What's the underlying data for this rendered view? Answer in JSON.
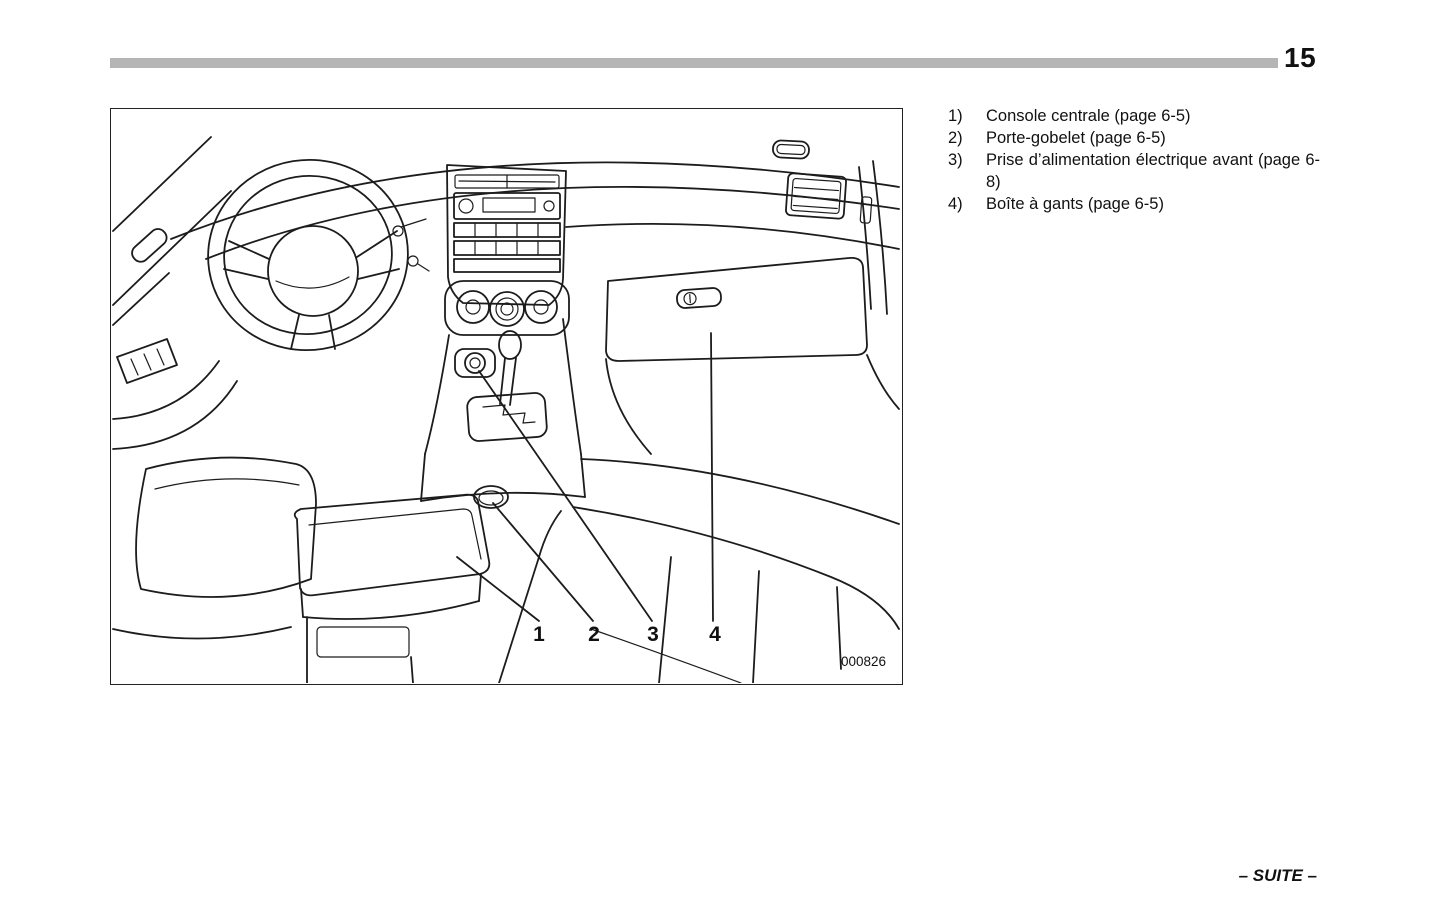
{
  "page": {
    "number": "15",
    "footer": "– SUITE –"
  },
  "figure": {
    "code": "000826",
    "callouts": [
      "1",
      "2",
      "3",
      "4"
    ]
  },
  "legend": {
    "items": [
      {
        "num": "1)",
        "text": "Console centrale (page 6-5)"
      },
      {
        "num": "2)",
        "text": "Porte-gobelet (page 6-5)"
      },
      {
        "num": "3)",
        "text": "Prise d’alimentation électrique avant (page 6-8)"
      },
      {
        "num": "4)",
        "text": "Boîte à gants (page 6-5)"
      }
    ]
  }
}
